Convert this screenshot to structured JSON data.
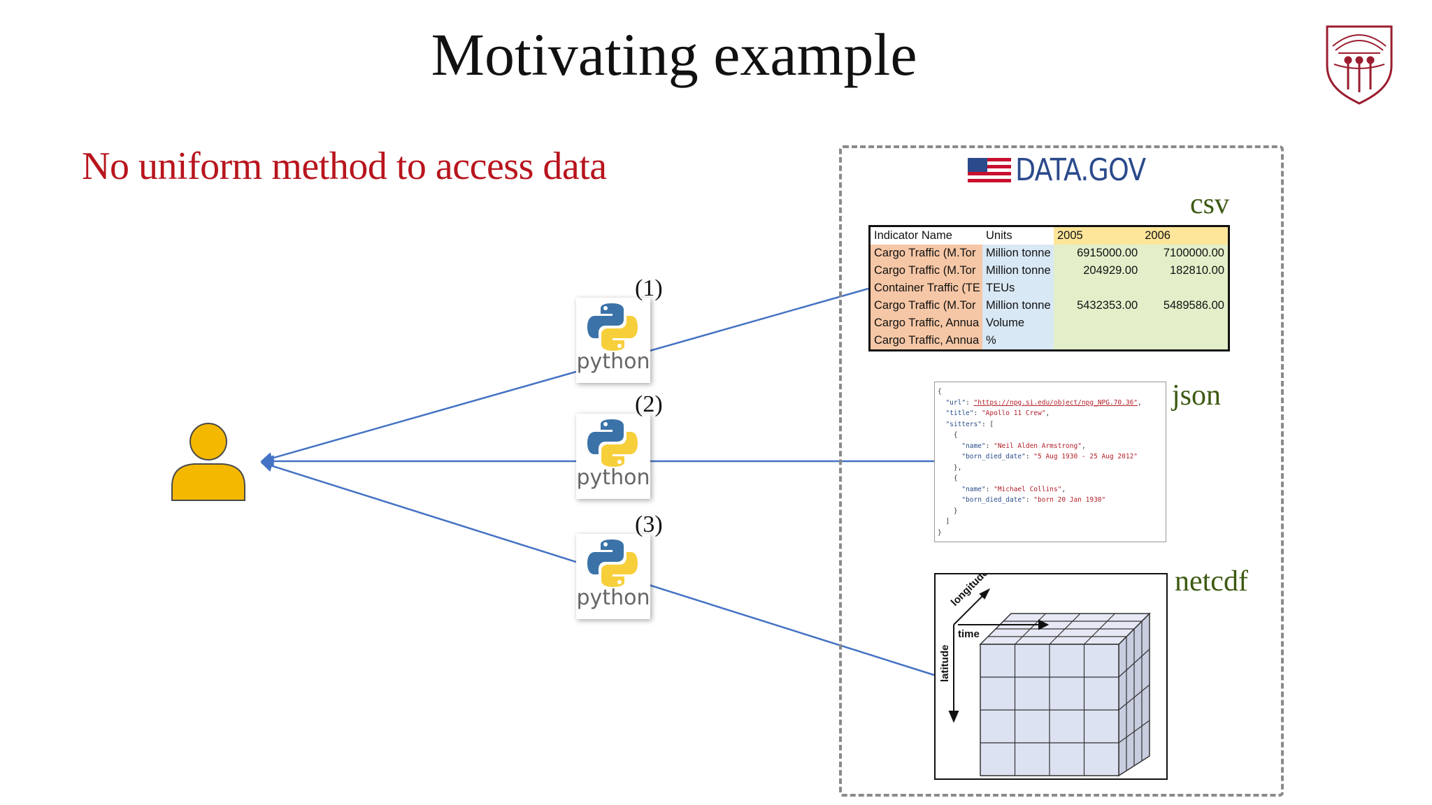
{
  "slide": {
    "title": "Motivating example",
    "subtitle": "No uniform method to access data",
    "datagov_label": "DATA.GOV",
    "python_label": "python",
    "numbers": [
      "(1)",
      "(2)",
      "(3)"
    ],
    "formats": {
      "csv": "csv",
      "json": "json",
      "netcdf": "netcdf"
    }
  },
  "csv_table": {
    "headers": [
      "Indicator Name",
      "Units",
      "2005",
      "2006"
    ],
    "rows": [
      [
        "Cargo Traffic (M.Tor",
        "Million tonne",
        "6915000.00",
        "7100000.00"
      ],
      [
        "Cargo Traffic (M.Tor",
        "Million tonne",
        "204929.00",
        "182810.00"
      ],
      [
        "Container Traffic (TE",
        "TEUs",
        "",
        ""
      ],
      [
        "Cargo Traffic (M.Tor",
        "Million tonne",
        "5432353.00",
        "5489586.00"
      ],
      [
        "Cargo Traffic, Annua",
        "Volume",
        "",
        ""
      ],
      [
        "Cargo Traffic, Annua",
        "%",
        "",
        ""
      ]
    ]
  },
  "json_snippet": {
    "url_key": "\"url\"",
    "url_val": "\"https://npg.si.edu/object/npg_NPG.70.36\"",
    "title_key": "\"title\"",
    "title_val": "\"Apollo 11 Crew\"",
    "sitters_key": "\"sitters\"",
    "name_key": "\"name\"",
    "born_key": "\"born_died_date\"",
    "name1": "\"Neil Alden Armstrong\"",
    "born1": "\"5 Aug 1930 - 25 Aug 2012\"",
    "name2": "\"Michael Collins\"",
    "born2": "\"born 20 Jan 1930\""
  },
  "cube_labels": {
    "longitude": "longitude",
    "time": "time",
    "latitude": "latitude"
  },
  "colors": {
    "subtitle": "#b8151d",
    "format_label": "#3d5a12",
    "arrow": "#4472c4",
    "person": "#f5b800",
    "usc_seal": "#9a1d2f"
  },
  "icons": [
    "person-icon",
    "python-logo-icon",
    "us-flag-icon",
    "usc-seal-icon",
    "data-cube-icon"
  ]
}
